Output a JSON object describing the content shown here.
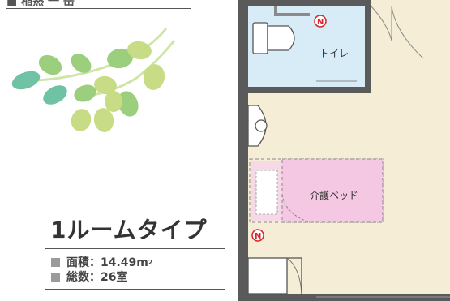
{
  "header": {
    "label": "■ 稲熟 一 岳"
  },
  "room": {
    "type_title": "1ルームタイプ",
    "area_label": "面積：14.49m",
    "area_unit_sup": "2",
    "count_label": "総数：26室"
  },
  "plan": {
    "toilet_label": "トイレ",
    "bed_label": "介護ベッド",
    "outlet_mark": "N"
  },
  "colors": {
    "wall": "#5a5a5a",
    "floor": "#f5edd5",
    "toilet_floor": "#d8ecf7",
    "bed": "#f4c8e2",
    "outlet": "#d8232a",
    "leaf_light": "#c7dc84",
    "leaf_mid": "#9bcf7e",
    "leaf_teal": "#6fc2a4"
  }
}
